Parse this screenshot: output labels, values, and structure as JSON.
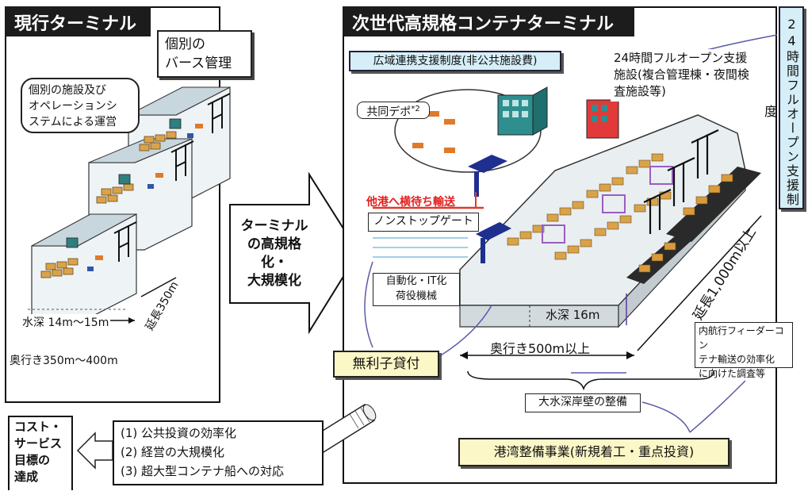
{
  "left_panel": {
    "title": "現行ターミナル",
    "callout_berth": [
      "個別の",
      "バース管理"
    ],
    "callout_ops": [
      "個別の施設及び",
      "オペレーションシ",
      "ステムによる運営"
    ],
    "water_depth": "水深 14m～15m",
    "length": "延長350m",
    "depth_extent": "奥行き350m～400m"
  },
  "arrow_middle": [
    "ターミナル",
    "の高規格化・",
    "大規模化"
  ],
  "right_panel": {
    "title": "次世代高規格コンテナターミナル",
    "regional_support": "広域連携支援制度(非公共施設費)",
    "support_facility": [
      "24時間フルオープン支援",
      "施設(複合管理棟・夜間検",
      "査施設等)"
    ],
    "vertical_support": "24時間フルオープン支援制度",
    "shared_depot": "共同デポ",
    "depot_note": "*2",
    "transship": "他港へ横待ち輸送",
    "nonstop_gate": "ノンストップゲート",
    "automation": [
      "自動化・IT化",
      "荷役機械"
    ],
    "water_depth": "水深 16m",
    "length": "延長1,000m以上",
    "depth_extent": "奥行き500m以上",
    "feeder": [
      "内航行フィーダーコン",
      "テナ輸送の効率化",
      "に向けた調査等"
    ],
    "interest_free": "無利子貸付",
    "deep_quay": "大水深岸壁の整備",
    "port_project": "港湾整備事業(新規着工・重点投資)"
  },
  "goals": {
    "label": [
      "コスト・",
      "サービス",
      "目標の",
      "達成"
    ],
    "items": [
      "(1) 公共投資の効率化",
      "(2) 経営の大規模化",
      "(3) 超大型コンテナ船への対応"
    ]
  },
  "colors": {
    "title_bg": "#1c1c1c",
    "blue_box": "#d5eef7",
    "yellow_box": "#fbf7c6",
    "red_text": "#e32020",
    "connector": "#5a5aa8"
  }
}
